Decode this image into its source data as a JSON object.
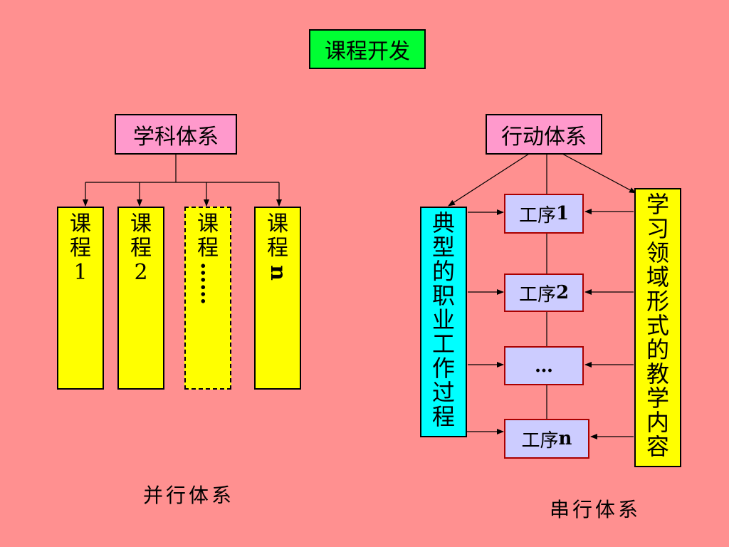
{
  "title": "课程开发",
  "left": {
    "header": "学科体系",
    "courses": [
      {
        "chars": [
          "课",
          "程"
        ],
        "suffix": "1"
      },
      {
        "chars": [
          "课",
          "程"
        ],
        "suffix": "2"
      },
      {
        "chars": [
          "课",
          "程"
        ],
        "suffix": "……"
      },
      {
        "chars": [
          "课",
          "程"
        ],
        "suffix": "n"
      }
    ],
    "caption": "并行体系"
  },
  "right": {
    "header": "行动体系",
    "work_process": "典型的职业工作过程",
    "learning_field": "学习领域形式的教学内容",
    "steps": [
      {
        "prefix": "工序",
        "num": "1"
      },
      {
        "prefix": "工序",
        "num": "2"
      },
      {
        "prefix": "…",
        "num": ""
      },
      {
        "prefix": "工序",
        "num": "n"
      }
    ],
    "caption": "串行体系"
  }
}
